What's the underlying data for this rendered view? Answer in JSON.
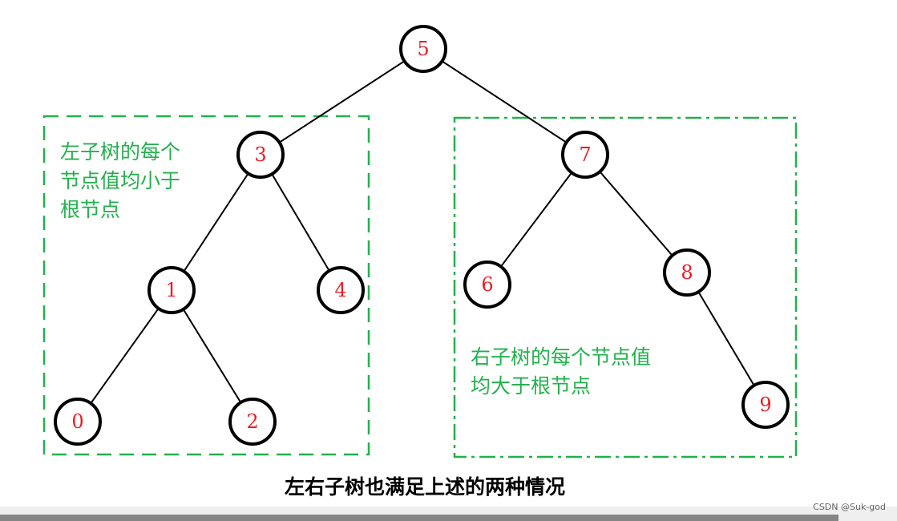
{
  "colors": {
    "green": "#22b14c",
    "node_text": "#ed1c24",
    "stroke": "#000000"
  },
  "tree": {
    "nodes": [
      {
        "id": "5",
        "label": "5"
      },
      {
        "id": "3",
        "label": "3"
      },
      {
        "id": "7",
        "label": "7"
      },
      {
        "id": "1",
        "label": "1"
      },
      {
        "id": "4",
        "label": "4"
      },
      {
        "id": "6",
        "label": "6"
      },
      {
        "id": "8",
        "label": "8"
      },
      {
        "id": "0",
        "label": "0"
      },
      {
        "id": "2",
        "label": "2"
      },
      {
        "id": "9",
        "label": "9"
      }
    ],
    "edges": [
      [
        "5",
        "3"
      ],
      [
        "5",
        "7"
      ],
      [
        "3",
        "1"
      ],
      [
        "3",
        "4"
      ],
      [
        "1",
        "0"
      ],
      [
        "1",
        "2"
      ],
      [
        "7",
        "6"
      ],
      [
        "7",
        "8"
      ],
      [
        "8",
        "9"
      ]
    ]
  },
  "notes": {
    "left": [
      "左子树的每个",
      "节点值均小于",
      "根节点"
    ],
    "right": [
      "右子树的每个节点值",
      "均大于根节点"
    ]
  },
  "caption": "左右子树也满足上述的两种情况",
  "watermark": "CSDN @Suk-god"
}
